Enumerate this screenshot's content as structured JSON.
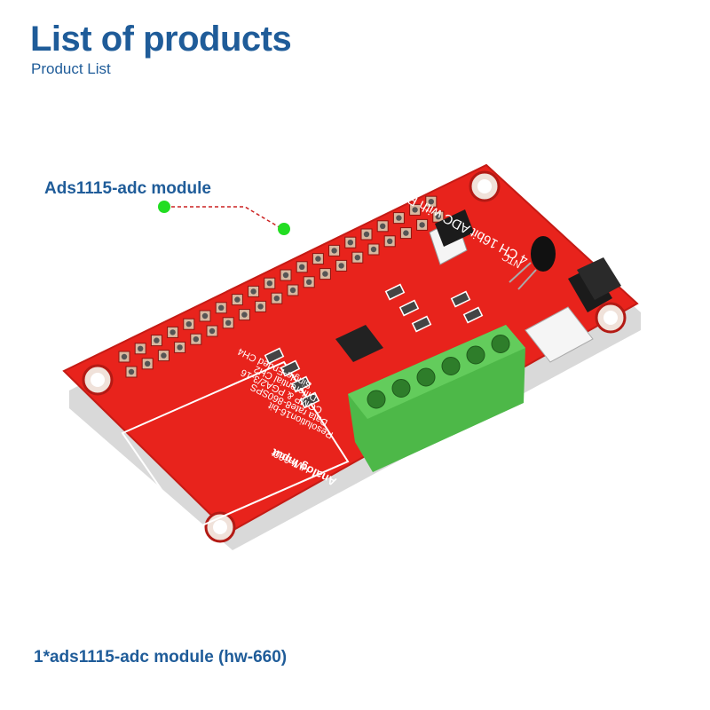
{
  "header": {
    "title": "List of products",
    "subtitle": "Product List"
  },
  "callout": {
    "label": "Ads1115-adc module",
    "marker_color": "#22dd22"
  },
  "board": {
    "pcb_color": "#e8231c",
    "silkscreen": {
      "main_line": "4 CH 16bit ADC with PGA for RPI",
      "spec_lines": [
        "Single-Ended CH4",
        "Differential CH2",
        "COMP & PGA2/3-16",
        "Data rate8-860SPS",
        "Resolution16-bit"
      ],
      "model": "HW-660",
      "input_label": "Analog Input",
      "ntc_label": "NTC"
    }
  },
  "caption": "1*ads1115-adc module (hw-660)"
}
